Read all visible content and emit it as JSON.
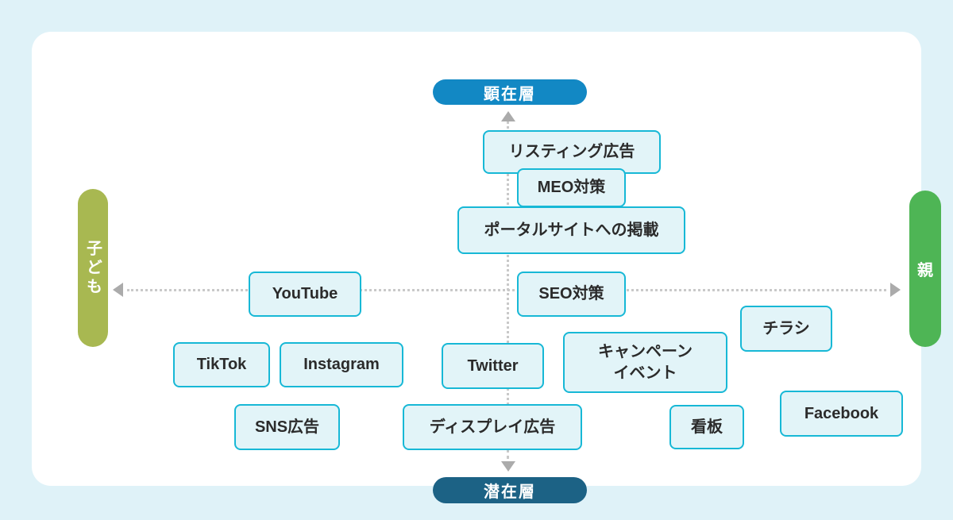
{
  "diagram": {
    "title_hint": "marketing-channel quadrant map",
    "colors": {
      "page_background": "#dff2f8",
      "card_background": "#ffffff",
      "box_fill": "#e2f4f8",
      "box_border": "#17b8d6",
      "box_text": "#2b2b2b",
      "axis_dots": "#c9c9c9",
      "axis_arrow": "#ababab",
      "top_pill": "#1288c4",
      "bottom_pill": "#1c6285",
      "left_pill": "#a8b851",
      "right_pill": "#4eb555"
    },
    "axes": {
      "top": {
        "label": "顕在層"
      },
      "bottom": {
        "label": "潜在層"
      },
      "left": {
        "label": "子ども"
      },
      "right": {
        "label": "親"
      }
    },
    "boxes": [
      {
        "label": "リスティング広告"
      },
      {
        "label": "MEO対策"
      },
      {
        "label": "ポータルサイトへの掲載"
      },
      {
        "label": "SEO対策"
      },
      {
        "label": "YouTube"
      },
      {
        "label": "TikTok"
      },
      {
        "label": "Instagram"
      },
      {
        "label": "Twitter"
      },
      {
        "label": "キャンペーン\nイベント"
      },
      {
        "label": "チラシ"
      },
      {
        "label": "Facebook"
      },
      {
        "label": "SNS広告"
      },
      {
        "label": "ディスプレイ広告"
      },
      {
        "label": "看板"
      }
    ]
  }
}
